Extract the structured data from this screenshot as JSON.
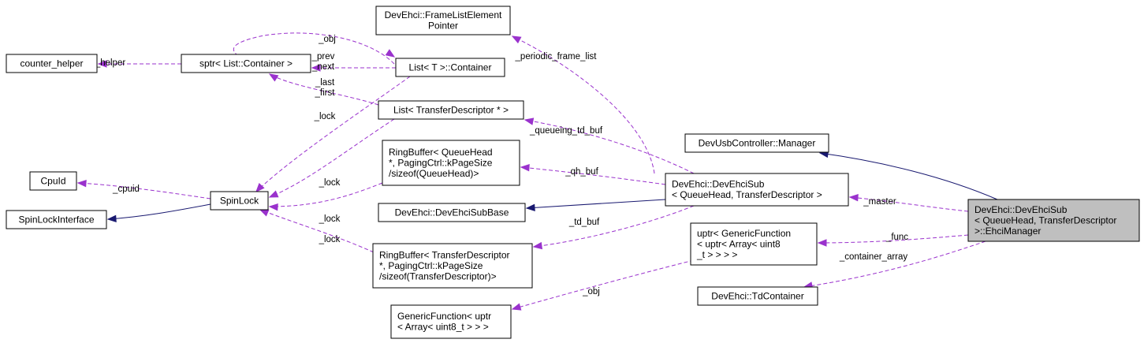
{
  "nodes": {
    "frame_list_ptr": [
      "DevEhci::FrameListElement",
      "Pointer"
    ],
    "counter_helper": [
      "counter_helper"
    ],
    "sptr_container": [
      "sptr< List::Container >"
    ],
    "list_container": [
      "List< T >::Container"
    ],
    "list_td": [
      "List< TransferDescriptor * >"
    ],
    "ringbuf_qh": [
      "RingBuffer< QueueHead",
      " *, PagingCtrl::kPageSize",
      " /sizeof(QueueHead)>"
    ],
    "cpuid": [
      "CpuId"
    ],
    "spinlock": [
      "SpinLock"
    ],
    "spinlock_interface": [
      "SpinLockInterface"
    ],
    "usb_manager": [
      "DevUsbController::Manager"
    ],
    "ehci_sub": [
      "DevEhci::DevEhciSub",
      "< QueueHead, TransferDescriptor >"
    ],
    "ehci_sub_base": [
      "DevEhci::DevEhciSubBase"
    ],
    "ehci_manager": [
      "DevEhci::DevEhciSub",
      "< QueueHead, TransferDescriptor",
      " >::EhciManager"
    ],
    "uptr_func": [
      "uptr< GenericFunction",
      " < uptr< Array< uint8",
      " _t > > > >"
    ],
    "ringbuf_td": [
      "RingBuffer< TransferDescriptor",
      " *, PagingCtrl::kPageSize",
      " /sizeof(TransferDescriptor)>"
    ],
    "td_container": [
      "DevEhci::TdContainer"
    ],
    "generic_function": [
      "GenericFunction< uptr",
      " < Array< uint8_t > > >"
    ]
  },
  "edges": [
    {
      "id": "e-helper",
      "kind": "use",
      "labels": [
        "_helper"
      ]
    },
    {
      "id": "e-obj-top",
      "kind": "use",
      "labels": [
        "_obj"
      ]
    },
    {
      "id": "e-prev-next",
      "kind": "use",
      "labels": [
        "_prev",
        "_next"
      ]
    },
    {
      "id": "e-last-first",
      "kind": "use",
      "labels": [
        "_last",
        "_first"
      ]
    },
    {
      "id": "e-lock-container",
      "kind": "use",
      "labels": [
        "_lock"
      ]
    },
    {
      "id": "e-lock-list",
      "kind": "use",
      "labels": [
        "_lock"
      ]
    },
    {
      "id": "e-lock-rbqh",
      "kind": "use",
      "labels": [
        "_lock"
      ]
    },
    {
      "id": "e-lock-rbtd",
      "kind": "use",
      "labels": [
        "_lock"
      ]
    },
    {
      "id": "e-cpuid",
      "kind": "use",
      "labels": [
        "_cpuid"
      ]
    },
    {
      "id": "e-spinlock-iface",
      "kind": "inherit",
      "labels": []
    },
    {
      "id": "e-periodic",
      "kind": "use",
      "labels": [
        "_periodic_frame_list"
      ]
    },
    {
      "id": "e-queueing",
      "kind": "use",
      "labels": [
        "_queueing_td_buf"
      ]
    },
    {
      "id": "e-qh-buf",
      "kind": "use",
      "labels": [
        "_qh_buf"
      ]
    },
    {
      "id": "e-td-buf",
      "kind": "use",
      "labels": [
        "_td_buf"
      ]
    },
    {
      "id": "e-subbase",
      "kind": "inherit",
      "labels": []
    },
    {
      "id": "e-master",
      "kind": "use",
      "labels": [
        "_master"
      ]
    },
    {
      "id": "e-manager",
      "kind": "inherit",
      "labels": []
    },
    {
      "id": "e-func",
      "kind": "use",
      "labels": [
        "_func"
      ]
    },
    {
      "id": "e-container-array",
      "kind": "use",
      "labels": [
        "_container_array"
      ]
    },
    {
      "id": "e-obj-bottom",
      "kind": "use",
      "labels": [
        "_obj"
      ]
    }
  ]
}
